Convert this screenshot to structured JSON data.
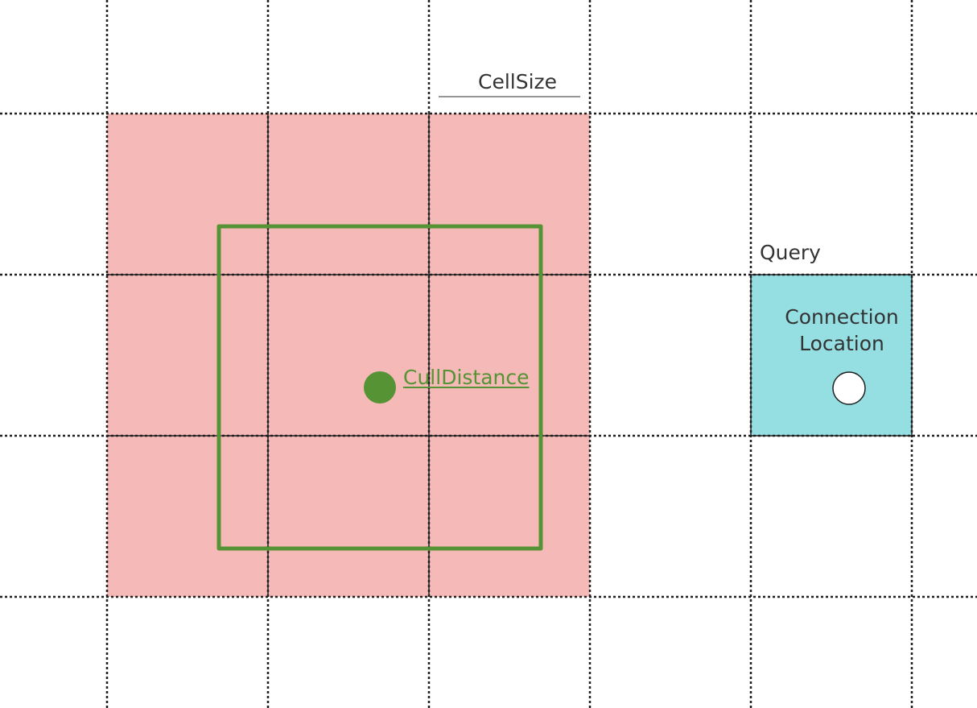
{
  "labels": {
    "cell_size": "CellSize",
    "query": "Query",
    "connection_location": "Connection Location",
    "cull_distance": "CullDistance"
  },
  "colors": {
    "cull_region_fill": "#f5b9b8",
    "query_cell_fill": "#95dfe3",
    "cull_distance_green": "#569335",
    "grid_line": "#1f1f1f",
    "text": "#333333",
    "connection_point_fill": "#ffffff"
  }
}
